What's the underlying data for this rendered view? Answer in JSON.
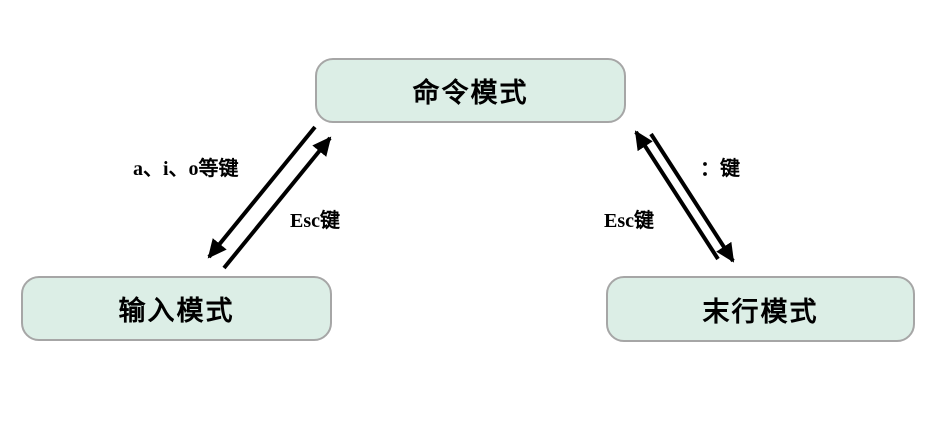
{
  "diagram": {
    "boxes": [
      {
        "id": "command-mode",
        "label": "命令模式"
      },
      {
        "id": "input-mode",
        "label": "输入模式"
      },
      {
        "id": "last-line-mode",
        "label": "末行模式"
      }
    ],
    "edges": [
      {
        "id": "command-to-input",
        "from": "command-mode",
        "to": "input-mode",
        "label": "a、i、o等键"
      },
      {
        "id": "input-to-command",
        "from": "input-mode",
        "to": "command-mode",
        "label": "Esc键"
      },
      {
        "id": "command-to-lastline",
        "from": "command-mode",
        "to": "last-line-mode",
        "label": "：键"
      },
      {
        "id": "lastline-to-command",
        "from": "last-line-mode",
        "to": "command-mode",
        "label": "Esc键"
      }
    ],
    "colors": {
      "box_fill": "#dceee6",
      "box_border": "#a6a6a6",
      "arrow": "#000000",
      "text": "#000000",
      "background": "#ffffff"
    }
  }
}
